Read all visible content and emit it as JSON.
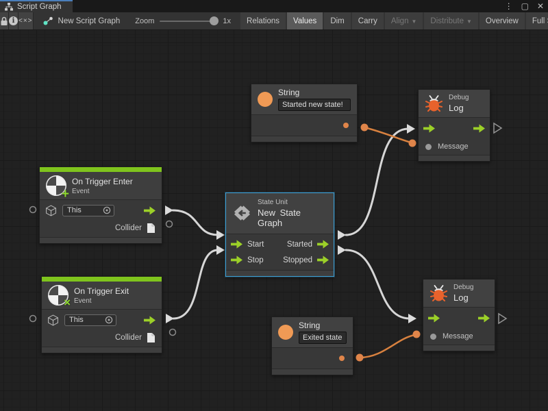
{
  "window": {
    "tab_title": "Script Graph"
  },
  "toolbar": {
    "graph_name": "New Script Graph",
    "zoom_label": "Zoom",
    "zoom_value": "1x",
    "buttons": [
      {
        "label": "Relations",
        "state": "normal"
      },
      {
        "label": "Values",
        "state": "active"
      },
      {
        "label": "Dim",
        "state": "normal"
      },
      {
        "label": "Carry",
        "state": "normal"
      },
      {
        "label": "Align",
        "state": "disabled",
        "dropdown": true
      },
      {
        "label": "Distribute",
        "state": "disabled",
        "dropdown": true
      },
      {
        "label": "Overview",
        "state": "normal"
      },
      {
        "label": "Full Screen",
        "state": "normal"
      }
    ]
  },
  "nodes": {
    "string_top": {
      "title": "String",
      "value": "Started new state!"
    },
    "debug_top": {
      "kind": "Debug",
      "title": "Log",
      "input_label": "Message"
    },
    "trigger_enter": {
      "title": "On Trigger Enter",
      "subtitle": "Event",
      "target_value": "This",
      "output_label": "Collider"
    },
    "state_unit": {
      "kind": "State Unit",
      "title": "New State Graph",
      "input_1": "Start",
      "input_2": "Stop",
      "output_1": "Started",
      "output_2": "Stopped"
    },
    "trigger_exit": {
      "title": "On Trigger Exit",
      "subtitle": "Event",
      "target_value": "This",
      "output_label": "Collider"
    },
    "string_bottom": {
      "title": "String",
      "value": "Exited state"
    },
    "debug_bottom": {
      "kind": "Debug",
      "title": "Log",
      "input_label": "Message"
    }
  },
  "colors": {
    "flow_green": "#9CD028",
    "event_bar_green": "#7FC41D",
    "value_orange": "#E0854A",
    "bug_orange": "#E8622C",
    "selection_blue": "#3E9FD4",
    "tab_accent_blue": "#4A7EBB",
    "wire_white": "#D6D6D6"
  }
}
